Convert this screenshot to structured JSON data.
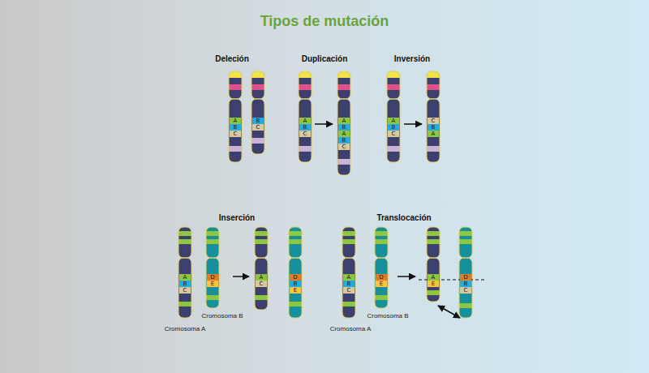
{
  "diagram": {
    "title": "Tipos de mutación",
    "nodes": [
      {
        "text": [
          "A"
        ]
      },
      {
        "text": [
          "B"
        ]
      },
      {
        "text": [
          "C"
        ]
      },
      {
        "text": [
          "B"
        ]
      },
      {
        "text": [
          "C"
        ]
      },
      {
        "text": [
          "A"
        ]
      },
      {
        "text": [
          "B"
        ]
      },
      {
        "text": [
          "C"
        ]
      },
      {
        "text": [
          "A"
        ]
      },
      {
        "text": [
          "B"
        ]
      },
      {
        "text": [
          "A"
        ]
      },
      {
        "text": [
          "B"
        ]
      },
      {
        "text": [
          "C"
        ]
      },
      {
        "text": [
          "A"
        ]
      },
      {
        "text": [
          "B"
        ]
      },
      {
        "text": [
          "C"
        ]
      },
      {
        "text": [
          "C"
        ]
      },
      {
        "text": [
          "B"
        ]
      },
      {
        "text": [
          "A"
        ]
      },
      {
        "text": [
          "A"
        ]
      },
      {
        "text": [
          "B"
        ]
      },
      {
        "text": [
          "C"
        ]
      },
      {
        "text": [
          "D"
        ]
      },
      {
        "text": [
          "E"
        ]
      },
      {
        "text": [
          "A"
        ]
      },
      {
        "text": [
          "C"
        ]
      },
      {
        "text": [
          "D"
        ]
      },
      {
        "text": [
          "B"
        ]
      },
      {
        "text": [
          "E"
        ]
      },
      {
        "text": [
          "A"
        ]
      },
      {
        "text": [
          "B"
        ]
      },
      {
        "text": [
          "C"
        ]
      },
      {
        "text": [
          "D"
        ]
      },
      {
        "text": [
          "E"
        ]
      },
      {
        "text": [
          "A"
        ]
      },
      {
        "text": [
          "E"
        ]
      },
      {
        "text": [
          "D"
        ]
      },
      {
        "text": [
          "B"
        ]
      },
      {
        "text": [
          "C"
        ]
      }
    ],
    "labels": [
      "Deleción",
      "Duplicación",
      "Inversión",
      "Inserción",
      "Cromosoma B",
      "Cromosoma A",
      "Translocación",
      "Cromosoma B",
      "Cromosoma A"
    ]
  }
}
